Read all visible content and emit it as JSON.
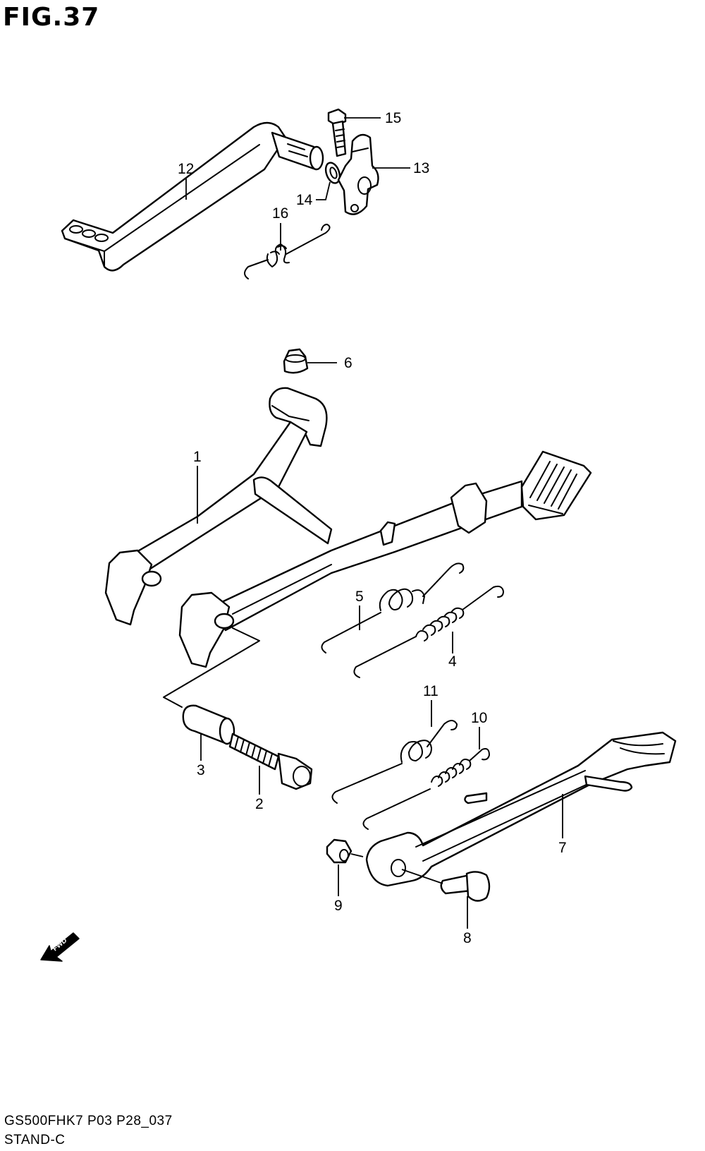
{
  "figure": {
    "title": "FIG.37",
    "code": "GS500FHK7 P03 P28_037",
    "name": "STAND-C"
  },
  "callouts": [
    "1",
    "2",
    "3",
    "4",
    "5",
    "6",
    "7",
    "8",
    "9",
    "10",
    "11",
    "12",
    "13",
    "14",
    "15",
    "16"
  ],
  "fwd_arrow": {
    "label": "FWD",
    "icon": "fwd-arrow-icon"
  }
}
